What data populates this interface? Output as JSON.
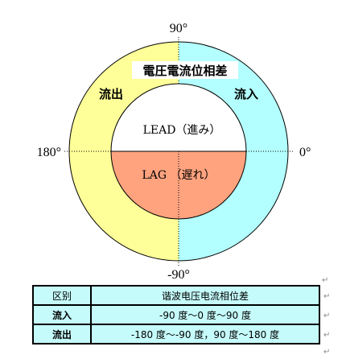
{
  "diagram": {
    "angles": {
      "top": "90°",
      "bottom": "-90°",
      "left": "180°",
      "right": "0°"
    },
    "title": "電圧電流位相差",
    "left_zone": "流出",
    "right_zone": "流入",
    "upper_inner": "LEAD（進み）",
    "lower_inner": "LAG （遅れ）",
    "colors": {
      "left_half": "#ffff99",
      "right_half": "#b3ffff",
      "upper_inner": "#ffffff",
      "lower_inner": "#ffa37f",
      "table_cell": "#c6fbfb"
    }
  },
  "table": {
    "header": {
      "key": "区别",
      "value": "谐波电压电流相位差"
    },
    "rows": [
      {
        "key": "流入",
        "value": "-90 度～0 度～90 度"
      },
      {
        "key": "流出",
        "value": "-180 度～-90 度，90 度～180 度"
      }
    ]
  },
  "para_mark": "↵"
}
